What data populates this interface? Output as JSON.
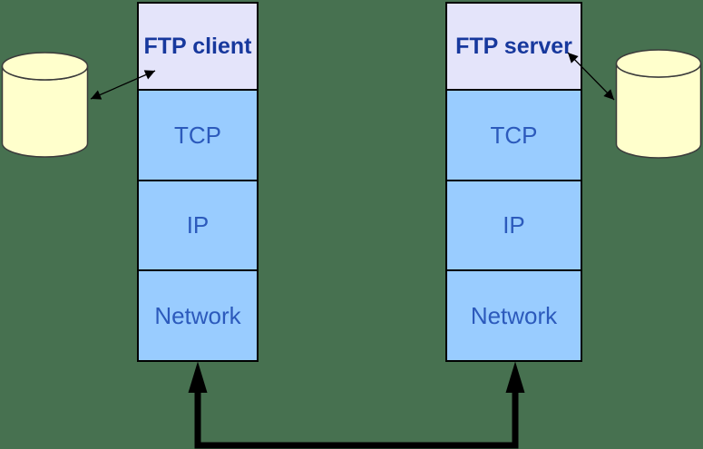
{
  "diagram": {
    "title": "FTP client-server protocol stack diagram",
    "background_color": "#477150",
    "stacks": [
      {
        "name": "client",
        "app_label": "FTP client",
        "layers": [
          {
            "label": "TCP"
          },
          {
            "label": "IP"
          },
          {
            "label": "Network"
          }
        ]
      },
      {
        "name": "server",
        "app_label": "FTP server",
        "layers": [
          {
            "label": "TCP"
          },
          {
            "label": "IP"
          },
          {
            "label": "Network"
          }
        ]
      }
    ],
    "graphics": {
      "left_storage": "database-cylinder",
      "right_storage": "database-cylinder",
      "client_storage_link": "double-headed-arrow",
      "server_storage_link": "double-headed-arrow",
      "network_link": "thick-u-shaped-connector-with-up-arrows"
    },
    "colors": {
      "app_box_fill": "#E4E4FA",
      "layer_box_fill": "#99CCFF",
      "box_border": "#000000",
      "app_text": "#17389D",
      "layer_text": "#2C5ABC",
      "cylinder_fill": "#FFFFCC",
      "cylinder_stroke": "#3B3B3B",
      "connector": "#000000"
    }
  }
}
